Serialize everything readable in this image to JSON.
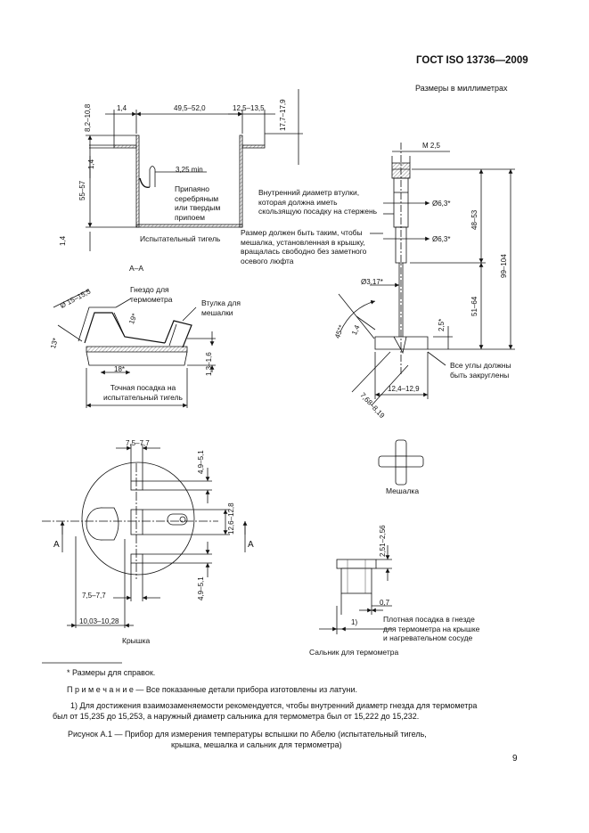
{
  "header": {
    "standard": "ГОСТ ISO 13736—2009",
    "units_note": "Размеры в миллиметрах"
  },
  "cup": {
    "dims": {
      "d1_4": "1,4",
      "d_49": "49,5–52,0",
      "d_12": "12,5–13,5",
      "d_8": "8,2–10,8",
      "d_17": "17,7–17,9",
      "d_14a": "1,4",
      "d_55": "55–57",
      "d_14b": "1,4",
      "d_325": "3,25 min"
    },
    "note_lines": [
      "Припаяно",
      "серебряным",
      "или твердым",
      "припоем"
    ],
    "caption": "Испытательный тигель"
  },
  "section": {
    "title": "A–A",
    "dims": {
      "d_15": "Ø 15–15,5",
      "d_13a": "13*",
      "d_19": "19*",
      "d_18": "18*",
      "d_13b": "1,3–1,6"
    },
    "label_nest": [
      "Гнездо для",
      "термометра"
    ],
    "label_sleeve": [
      "Втулка для",
      "мешалки"
    ],
    "fit_caption": [
      "Точная посадка на",
      "испытательный тигель"
    ]
  },
  "stirrer": {
    "dims": {
      "m25": "M 2,5",
      "d63a": "Ø6,3*",
      "d63b": "Ø6,3*",
      "d317": "Ø3,17*",
      "d48": "48–53",
      "d99": "99–104",
      "d51": "51–64",
      "d25": "2,5*",
      "d45": "45°*",
      "d14": "1,4",
      "d124": "12,4–12,9",
      "d768": "7,68–8,19"
    },
    "note_inner": [
      "Внутренний диаметр втулки,",
      "которая должна иметь",
      "скользящую посадку на стержень"
    ],
    "note_size": [
      "Размер должен быть таким, чтобы",
      "мешалка, установленная в крышку,",
      "вращалась свободно без заметного",
      "осевого люфта"
    ],
    "note_corners": [
      "Все углы должны",
      "быть закруглены"
    ],
    "plan_caption": "Мешалка"
  },
  "lid": {
    "dims": {
      "d75a": "7,5–7,7",
      "d49a": "4,9–5,1",
      "d126": "12,6–12,8",
      "d49b": "4,9–5,1",
      "d75b": "7,5–7,7",
      "d1003": "10,03–10,28"
    },
    "section_a_left": "A",
    "section_a_right": "A",
    "caption": "Крышка"
  },
  "gland": {
    "dims": {
      "d251": "2,51–2,56",
      "d07": "0,7",
      "fn": "1)"
    },
    "note": [
      "Плотная посадка в гнезде",
      "для термометра на крышке",
      "и нагревательном сосуде"
    ],
    "caption": "Сальник для термометра"
  },
  "footnotes": {
    "star": "* Размеры для справок.",
    "note_prefix": "П р и м е ч а н и е",
    "note_text": "— Все показанные детали прибора изготовлены из латуни.",
    "fn1_line1": "1) Для достижения взаимозаменяемости рекомендуется, чтобы внутренний диаметр гнезда для термометра",
    "fn1_line2": "был от 15,235 до 15,253, а наружный диаметр сальника для термометра был от 15,222 до 15,232."
  },
  "figure_caption": {
    "line1": "Рисунок  А.1 — Прибор для измерения температуры вспышки по Абелю (испытательный тигель,",
    "line2": "крышка, мешалка и сальник для термометра)"
  },
  "page_number": "9"
}
